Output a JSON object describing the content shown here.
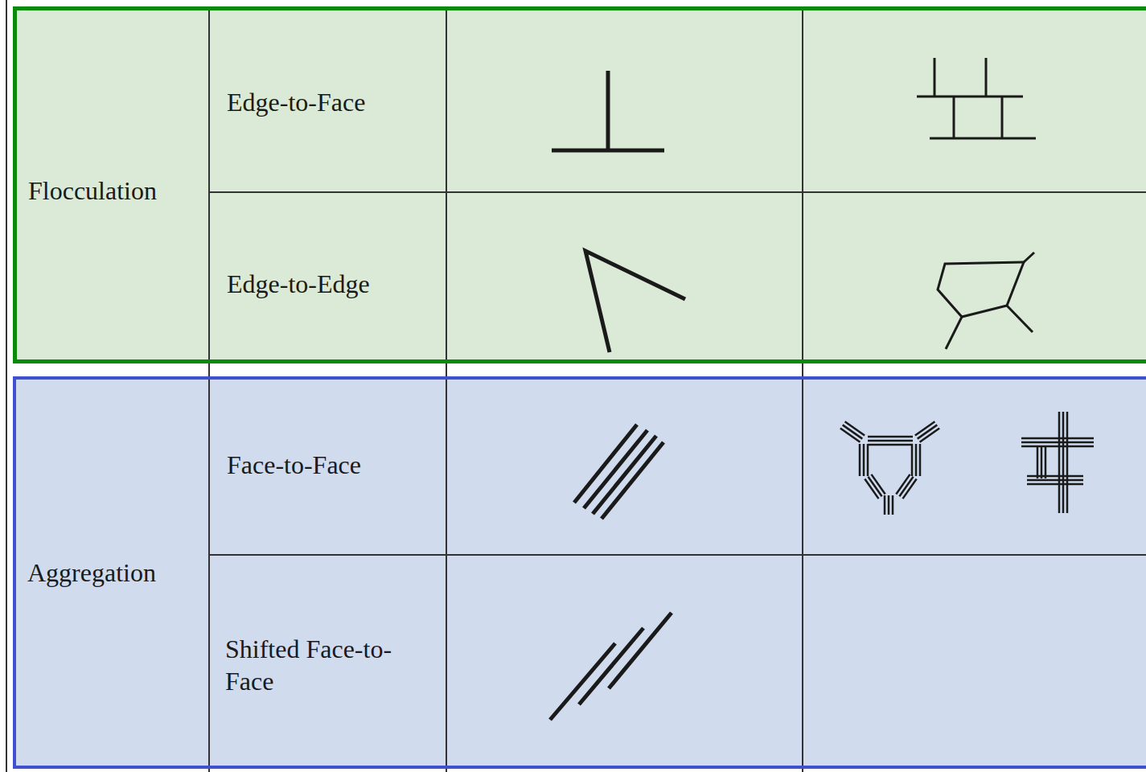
{
  "diagram": {
    "nodes": [
      {
        "text": [
          "Flocculation"
        ]
      },
      {
        "text": [
          "Aggregation"
        ]
      }
    ],
    "labels": [
      "Edge-to-Face",
      "Edge-to-Edge",
      "Face-to-Face",
      "Shifted Face-to-Face"
    ]
  }
}
